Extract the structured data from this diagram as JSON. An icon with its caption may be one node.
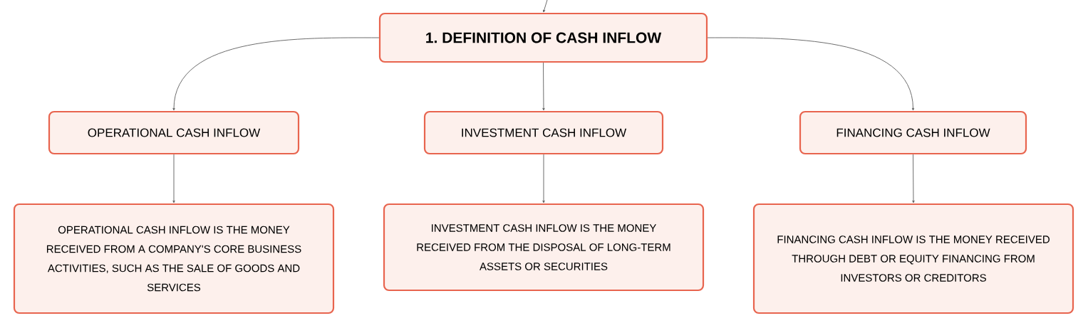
{
  "diagram": {
    "nodes": [
      {
        "text": [
          "1. DEFINITION OF CASH INFLOW"
        ]
      },
      {
        "text": [
          "OPERATIONAL CASH INFLOW"
        ]
      },
      {
        "text": [
          "INVESTMENT CASH INFLOW"
        ]
      },
      {
        "text": [
          "FINANCING CASH INFLOW"
        ]
      },
      {
        "text": [
          "OPERATIONAL CASH INFLOW IS THE MONEY RECEIVED FROM A COMPANY'S CORE BUSINESS ACTIVITIES, SUCH AS THE SALE OF GOODS AND SERVICES"
        ]
      },
      {
        "text": [
          "INVESTMENT CASH INFLOW IS THE MONEY RECEIVED FROM THE DISPOSAL OF LONG-TERM ASSETS OR SECURITIES"
        ]
      },
      {
        "text": [
          "FINANCING CASH INFLOW IS THE MONEY RECEIVED THROUGH DEBT OR EQUITY FINANCING FROM INVESTORS OR CREDITORS"
        ]
      }
    ],
    "edges": [
      {
        "from": null,
        "to": 0,
        "arrow": "to"
      },
      {
        "from": 0,
        "to": 1,
        "arrow": "to"
      },
      {
        "from": 0,
        "to": 2,
        "arrow": "to"
      },
      {
        "from": 0,
        "to": 3,
        "arrow": "to"
      },
      {
        "from": 1,
        "to": 4,
        "arrow": "to"
      },
      {
        "from": 2,
        "to": 5,
        "arrow": "to"
      },
      {
        "from": 3,
        "to": 6,
        "arrow": "to"
      }
    ]
  }
}
